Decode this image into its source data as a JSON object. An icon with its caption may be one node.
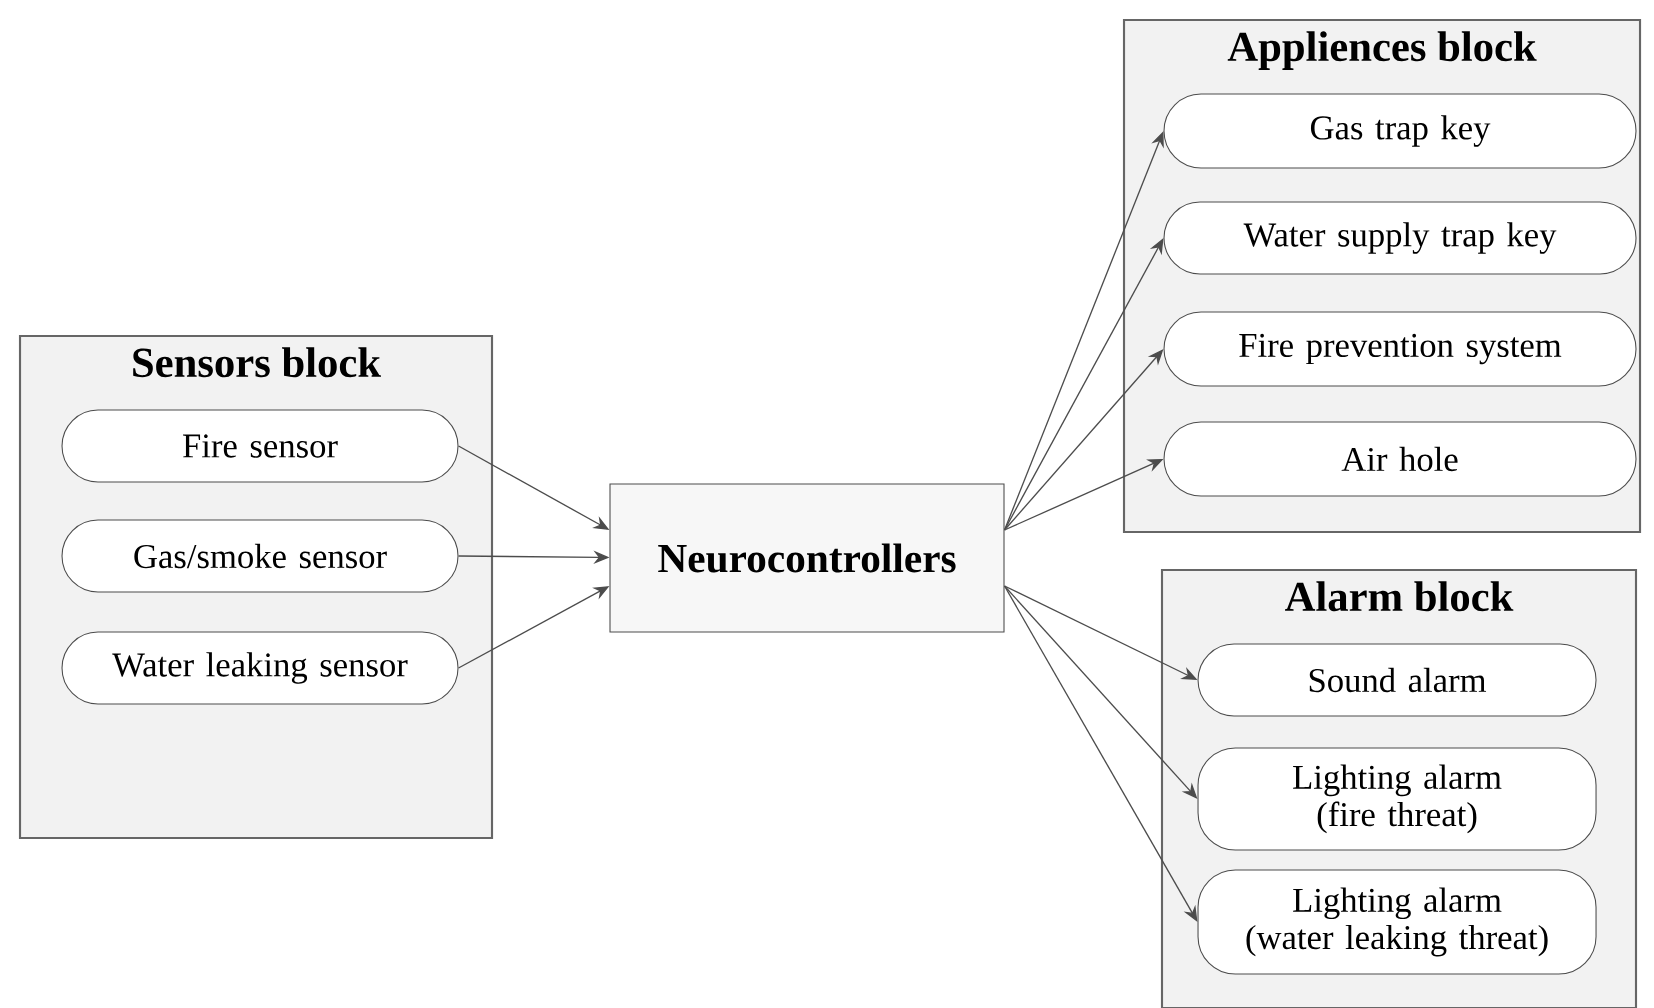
{
  "diagram": {
    "nodes": [
      {
        "text": [
          "Sensors block"
        ]
      },
      {
        "text": [
          "Fire sensor"
        ],
        "in": 0
      },
      {
        "text": [
          "Gas/smoke sensor"
        ],
        "in": 0
      },
      {
        "text": [
          "Water leaking sensor"
        ],
        "in": 0
      },
      {
        "text": [
          "Neurocontrollers"
        ]
      },
      {
        "text": [
          "Appliences block"
        ]
      },
      {
        "text": [
          "Gas trap key"
        ],
        "in": 5
      },
      {
        "text": [
          "Water supply trap key"
        ],
        "in": 5
      },
      {
        "text": [
          "Fire prevention system"
        ],
        "in": 5
      },
      {
        "text": [
          "Air hole"
        ],
        "in": 5
      },
      {
        "text": [
          "Alarm block"
        ]
      },
      {
        "text": [
          "Sound alarm"
        ],
        "in": 10
      },
      {
        "text": [
          "Lighting alarm (fire threat)"
        ],
        "in": 10
      },
      {
        "text": [
          "Lighting alarm (water leaking threat)"
        ],
        "in": 10
      }
    ],
    "edges": [
      {
        "from": 1,
        "to": 4,
        "arrow": "to"
      },
      {
        "from": 2,
        "to": 4,
        "arrow": "to"
      },
      {
        "from": 3,
        "to": 4,
        "arrow": "to"
      },
      {
        "from": 4,
        "to": 6,
        "arrow": "to"
      },
      {
        "from": 4,
        "to": 7,
        "arrow": "to"
      },
      {
        "from": 4,
        "to": 8,
        "arrow": "to"
      },
      {
        "from": 4,
        "to": 9,
        "arrow": "to"
      },
      {
        "from": 4,
        "to": 11,
        "arrow": "to"
      },
      {
        "from": 4,
        "to": 12,
        "arrow": "to"
      },
      {
        "from": 4,
        "to": 13,
        "arrow": "to"
      }
    ]
  }
}
